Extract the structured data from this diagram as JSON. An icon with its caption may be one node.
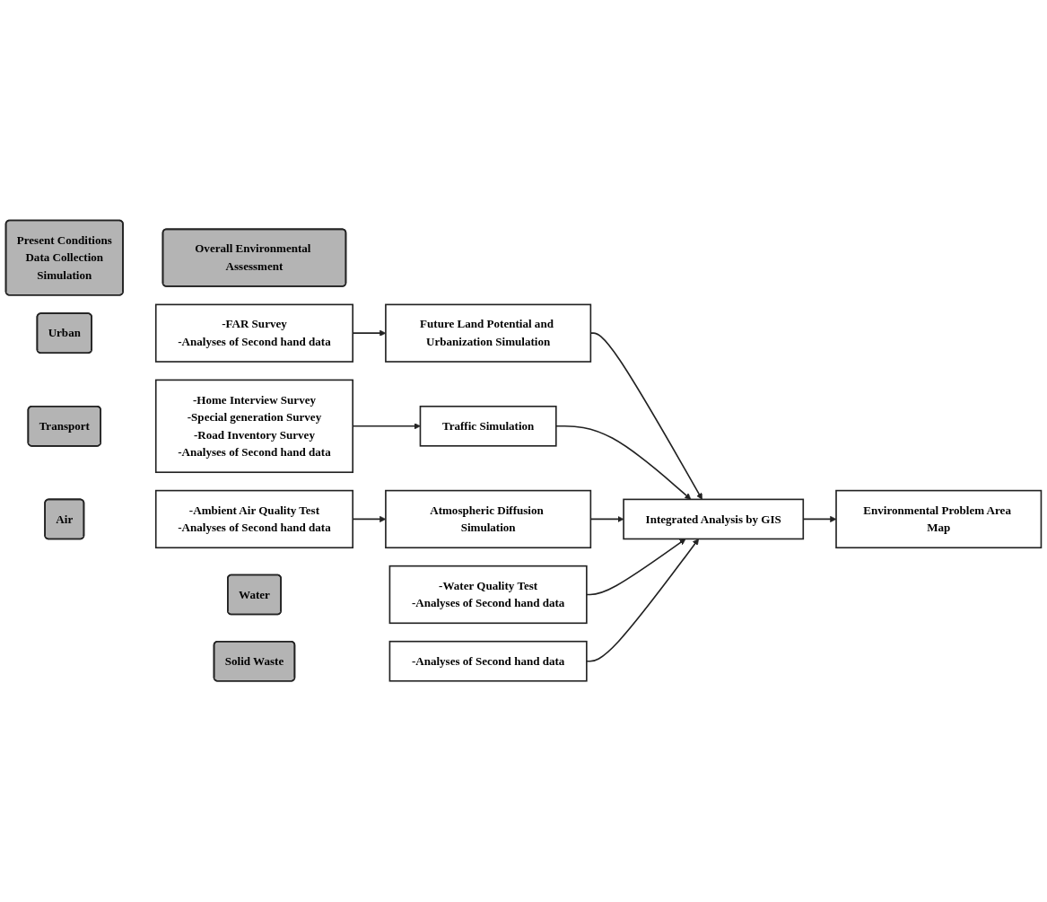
{
  "diagram": {
    "nodes": [
      {
        "text": [
          "Present Conditions",
          "Data Collection",
          "Simulation"
        ]
      },
      {
        "text": [
          "Overall Environmental Assessment"
        ]
      },
      {
        "text": [
          "Urban"
        ]
      },
      {
        "text": [
          "-FAR Survey",
          "-Analyses of Second hand data"
        ]
      },
      {
        "text": [
          "Future Land Potential and Urbanization Simulation"
        ]
      },
      {
        "text": [
          "Integrated Analysis by GIS"
        ]
      },
      {
        "text": [
          "Environmental Problem Area Map"
        ]
      },
      {
        "text": [
          "Transport"
        ]
      },
      {
        "text": [
          "-Home Interview Survey",
          "-Special generation Survey",
          "-Road Inventory Survey",
          "-Analyses of Second hand data"
        ]
      },
      {
        "text": [
          "Traffic Simulation"
        ]
      },
      {
        "text": [
          "Air"
        ]
      },
      {
        "text": [
          "-Ambient Air Quality Test",
          "-Analyses of Second hand data"
        ]
      },
      {
        "text": [
          "Atmospheric Diffusion Simulation"
        ]
      },
      {
        "text": [
          "Water"
        ]
      },
      {
        "text": [
          "-Water Quality Test",
          "-Analyses of Second hand data"
        ]
      },
      {
        "text": [
          "Solid Waste"
        ]
      },
      {
        "text": [
          "-Analyses of Second hand data"
        ]
      }
    ],
    "edges": [
      {
        "from": 3,
        "to": 4,
        "arrow": "to"
      },
      {
        "from": 4,
        "to": 5,
        "arrow": "to"
      },
      {
        "from": 8,
        "to": 9,
        "arrow": "to"
      },
      {
        "from": 9,
        "to": 5,
        "arrow": "to"
      },
      {
        "from": 11,
        "to": 12,
        "arrow": "to"
      },
      {
        "from": 12,
        "to": 5,
        "arrow": "to"
      },
      {
        "from": 14,
        "to": 5,
        "arrow": "to"
      },
      {
        "from": 16,
        "to": 5,
        "arrow": "to"
      },
      {
        "from": 5,
        "to": 6,
        "arrow": "to"
      }
    ]
  }
}
